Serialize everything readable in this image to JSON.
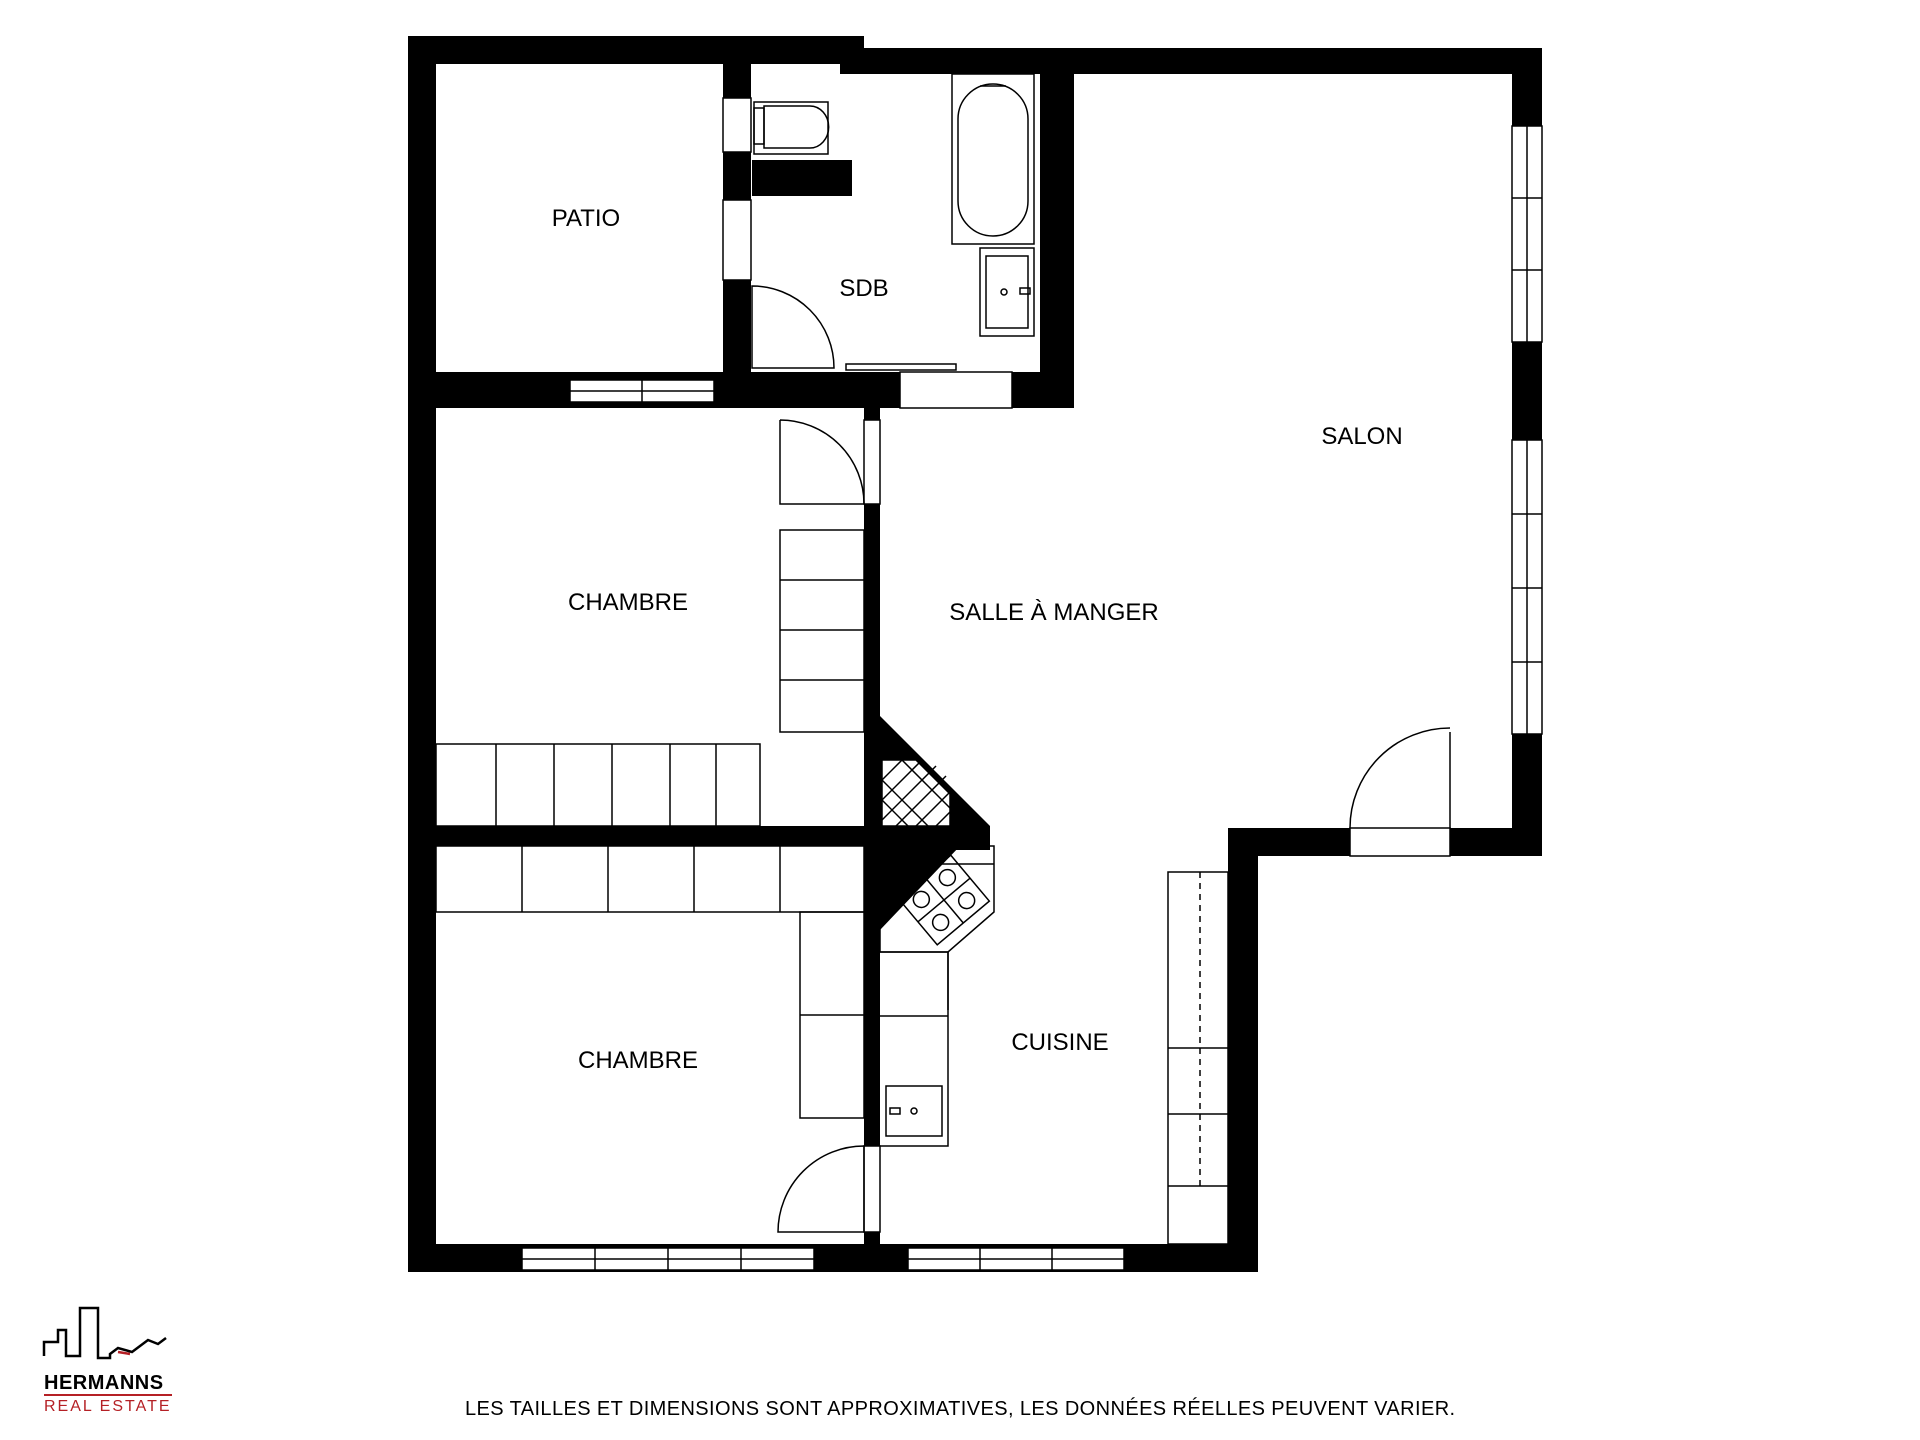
{
  "rooms": {
    "patio": "PATIO",
    "sdb": "SDB",
    "salon": "SALON",
    "chambre_top": "CHAMBRE",
    "salle_a_manger": "SALLE À MANGER",
    "chambre_bottom": "CHAMBRE",
    "cuisine": "CUISINE"
  },
  "disclaimer": "LES TAILLES ET DIMENSIONS SONT APPROXIMATIVES, LES DONNÉES RÉELLES PEUVENT VARIER.",
  "brand": {
    "name": "HERMANNS",
    "tagline": "REAL ESTATE",
    "accent_color": "#b52025",
    "icon": "city-skyline-logo-icon"
  }
}
